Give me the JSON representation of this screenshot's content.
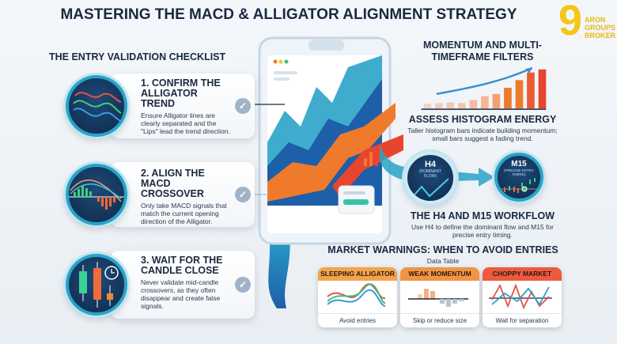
{
  "title": "MASTERING THE MACD & ALLIGATOR ALIGNMENT STRATEGY",
  "logo": {
    "text": "ARON GROUPS BROKER",
    "digit": "9",
    "color": "#f5c518"
  },
  "checklist": {
    "heading": "THE ENTRY VALIDATION CHECKLIST",
    "items": [
      {
        "title": "1. CONFIRM THE ALLIGATOR TREND",
        "desc": "Ensure Alligator lines are clearly separated and the \"Lips\" lead the trend direction.",
        "icon": "alligator-lines-icon"
      },
      {
        "title": "2. ALIGN THE MACD CROSSOVER",
        "desc": "Only take MACD signals that match the current opening direction of the Alligator.",
        "icon": "macd-histogram-icon"
      },
      {
        "title": "3. WAIT FOR THE CANDLE CLOSE",
        "desc": "Never validate mid-candle crossovers, as they often disappear and create false signals.",
        "icon": "candlestick-clock-icon"
      }
    ]
  },
  "filters": {
    "heading": "MOMENTUM AND MULTI-TIMEFRAME FILTERS",
    "histogram": {
      "title": "ASSESS HISTOGRAM ENERGY",
      "desc": "Taller histogram bars indicate building momentum; small bars suggest a fading trend."
    },
    "workflow": {
      "h4_label": "H4",
      "h4_sub": "(DOMINANT FLOW)",
      "m15_label": "M15",
      "m15_sub": "(PRECISE ENTRY TIMING)",
      "title": "THE H4 AND M15 WORKFLOW",
      "desc": "Use H4 to define the dominant flow and M15 for precise entry timing."
    }
  },
  "warnings": {
    "heading": "MARKET WARNINGS: WHEN TO AVOID ENTRIES",
    "subheading": "Data Table",
    "cards": [
      {
        "title": "SLEEPING ALLIGATOR",
        "action": "Avoid entries",
        "color": "#f4a34a"
      },
      {
        "title": "WEAK MOMENTUM",
        "action": "Skip or reduce size",
        "color": "#f39445"
      },
      {
        "title": "CHOPPY MARKET",
        "action": "Wait for separation",
        "color": "#ee5a3e"
      }
    ]
  },
  "colors": {
    "navy": "#1a2940",
    "teal": "#2aa3c8",
    "orange": "#f07a2c",
    "red": "#e8452f"
  }
}
